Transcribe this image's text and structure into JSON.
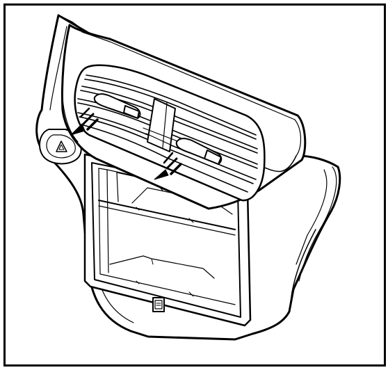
{
  "figure": {
    "frame_color": "#000000",
    "background_color": "#ffffff",
    "line_color": "#000000"
  },
  "parts": {
    "dash_kit": "dash-kit",
    "air_vent": "air-vent",
    "hazard_button": "hazard-button",
    "pocket_button": "pocket-button",
    "radio_opening": "radio-opening"
  },
  "icons": {
    "hazard": "triangle-icon",
    "arrows": "arrow-icon"
  }
}
